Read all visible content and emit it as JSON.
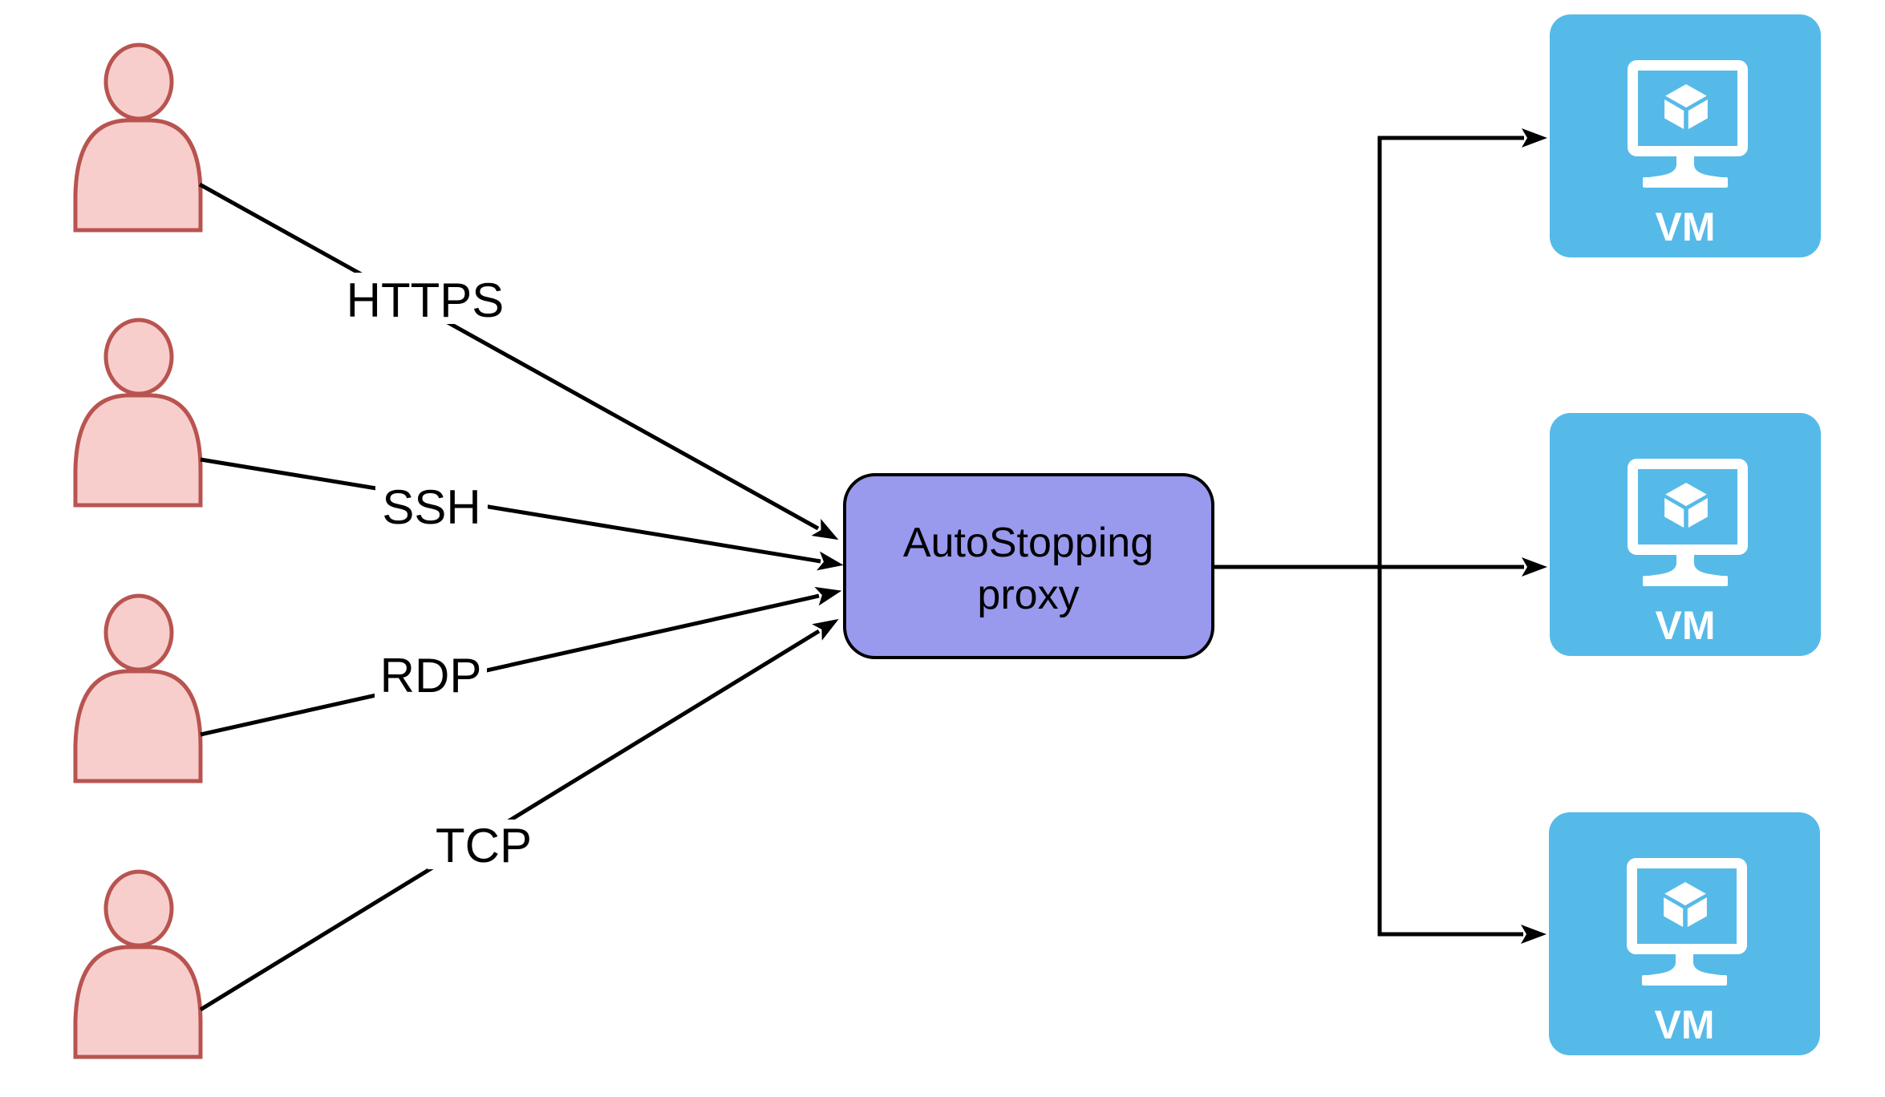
{
  "diagram": {
    "edge_labels": {
      "https": "HTTPS",
      "ssh": "SSH",
      "rdp": "RDP",
      "tcp": "TCP"
    },
    "proxy": {
      "line1": "AutoStopping",
      "line2": "proxy"
    },
    "vms": [
      {
        "label": "VM"
      },
      {
        "label": "VM"
      },
      {
        "label": "VM"
      }
    ],
    "colors": {
      "background": "#FFFFFF",
      "user_fill": "#F8CECC",
      "user_stroke": "#B85450",
      "proxy_fill": "#9999EE",
      "proxy_stroke": "#000000",
      "proxy_text": "#000000",
      "vm_fill": "#55BAE8",
      "vm_icon": "#FFFFFF",
      "vm_text": "#FFFFFF",
      "edge": "#000000",
      "label_text": "#000000"
    }
  }
}
